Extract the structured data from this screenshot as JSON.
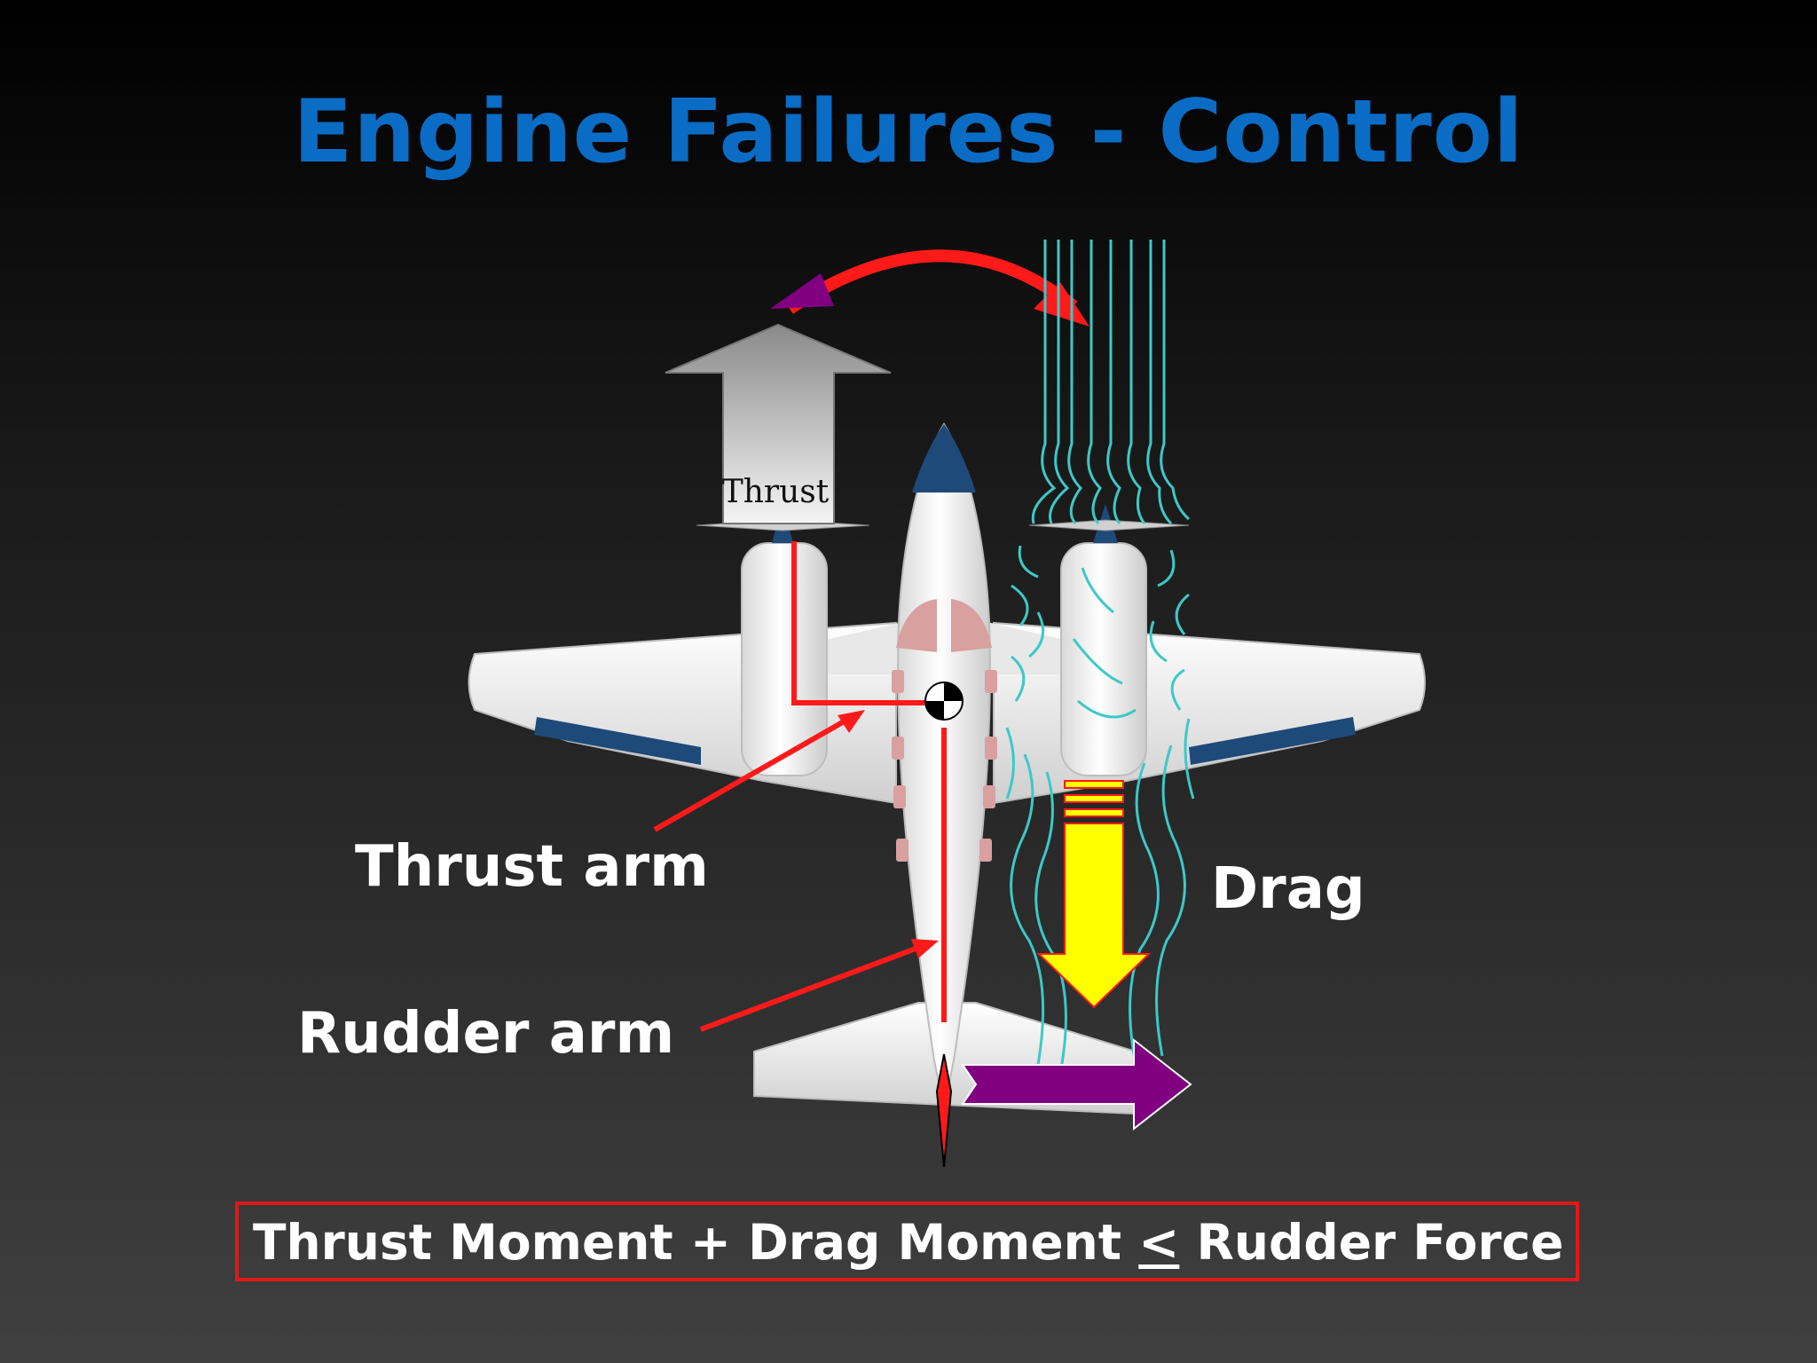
{
  "title": "Engine Failures - Control",
  "labels": {
    "thrust": "Thrust",
    "thrust_arm": "Thrust arm",
    "rudder_arm": "Rudder arm",
    "drag": "Drag"
  },
  "formula": {
    "part1": "Thrust Moment + Drag Moment",
    "symbol": "<",
    "part2": "Rudder Force"
  },
  "colors": {
    "title": "#0a6cc4",
    "arm_lines": "#ff1a1a",
    "airflow": "#3ec8c8",
    "drag_arrow": "#ffff00",
    "rudder_force_arrow": "#800080",
    "thrust_arrow": "#9a9a9a"
  }
}
